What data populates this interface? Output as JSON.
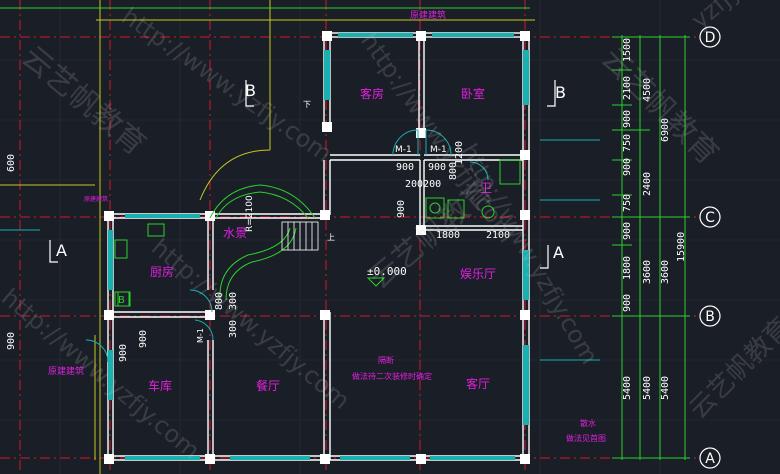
{
  "grid_labels": {
    "a_bottom": "A",
    "b_right": "B",
    "c_right": "C",
    "d_top": "D"
  },
  "section_marks": {
    "a_left": "A",
    "a_right": "A",
    "b_left": "B",
    "b_right": "B"
  },
  "rooms": {
    "guest": "客房",
    "bedroom": "卧室",
    "bath": "卫",
    "kitchen": "厨房",
    "water": "水景",
    "rec": "娱乐厅",
    "garage": "车库",
    "dining": "餐厅",
    "living": "客厅"
  },
  "annotations": {
    "orig_top": "原建建筑",
    "orig_left": "原建建筑",
    "orig_left_small": "原建建筑",
    "elev": "±0.000",
    "radius": "R=2100",
    "box_b": "B",
    "door_m1a": "M-1",
    "door_m1b": "M-1",
    "door_m1c": "M-1",
    "partition_title": "隔断",
    "partition_note": "做法待二次装修时确定",
    "drain_title": "散水",
    "drain_note": "做法见首图",
    "stair_up": "上",
    "stair_up2": "下"
  },
  "dims": {
    "d900a": "900",
    "d900b": "900",
    "d200": "200200",
    "d1200": "1200",
    "d800a": "800",
    "d900c": "900",
    "d1800": "1800",
    "d2100": "2100",
    "d800b": "800",
    "d300": "300",
    "d300b": "300",
    "d900g1": "900",
    "d900g2": "900",
    "left600": "600",
    "left900": "900",
    "r1500": "1500",
    "r2100": "2100",
    "r900a": "900",
    "r750": "750",
    "r900b": "900",
    "r750b": "750",
    "r900c": "900",
    "r1800": "1800",
    "r900d": "900",
    "r5400a": "5400",
    "r4500": "4500",
    "r2400": "2400",
    "r3600": "3600",
    "r5400b": "5400",
    "r6900": "6900",
    "r3600b": "3600",
    "r5400c": "5400",
    "r15900": "15900"
  },
  "watermarks": {
    "w1": "http://www.yzfjy.com",
    "w2": "http://www.yzfjy.com",
    "w3": "http://www.yzfjy.com",
    "w4": "http://www.yzfjy.com",
    "w5": "http://www.yzfjy.com",
    "w6": "yzfjy",
    "e1": "云艺帆教育",
    "e2": "云艺帆教育",
    "e3": "云艺帆教育",
    "e4": "云艺帆教育"
  },
  "colors": {
    "bg": "#1a1e26",
    "grid": "#d11a2a",
    "wall": "#ffffff",
    "room_text": "#e020e0",
    "dim": "#ffffff",
    "teal": "#18b0b0",
    "green": "#2bd12b",
    "yellow": "#e0e020"
  }
}
